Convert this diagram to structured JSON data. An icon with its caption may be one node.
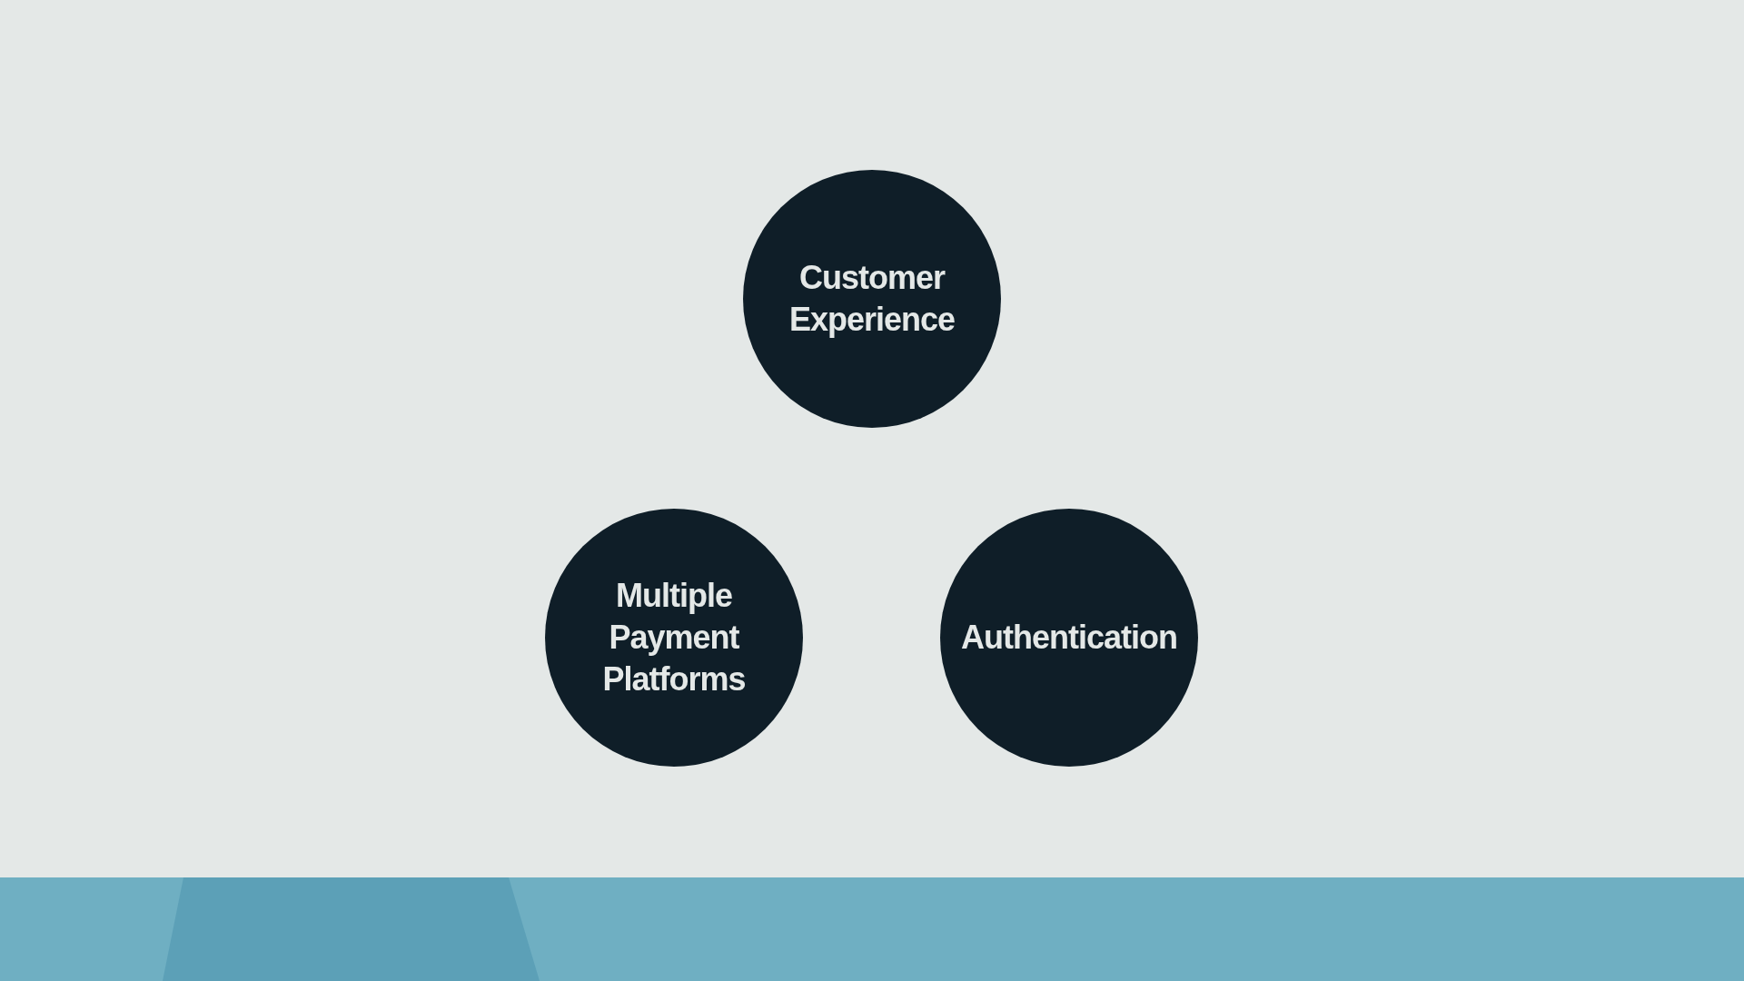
{
  "diagram": {
    "nodes": [
      {
        "text": [
          "Customer Experience"
        ]
      },
      {
        "text": [
          "Multiple Payment Platforms"
        ]
      },
      {
        "text": [
          "Authentication"
        ]
      }
    ]
  }
}
